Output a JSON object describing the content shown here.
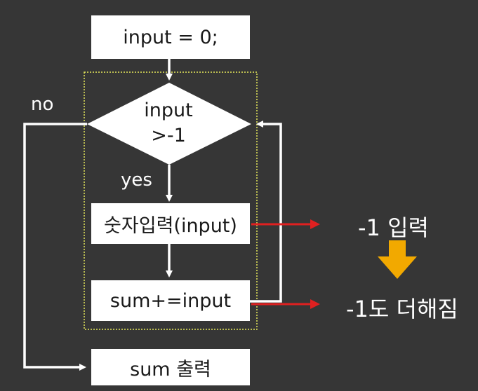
{
  "flowchart": {
    "init": "input = 0;",
    "condition_line1": "input",
    "condition_line2": ">-1",
    "yes_label": "yes",
    "no_label": "no",
    "input_step": "숫자입력(input)",
    "sum_step": "sum+=input",
    "output_step": "sum 출력"
  },
  "notes": {
    "note1": "-1 입력",
    "note2": "-1도 더해짐"
  },
  "colors": {
    "background": "#363636",
    "box": "#ffffff",
    "dotted_border": "#e5e85a",
    "red_arrow": "#e02020",
    "orange_arrow": "#f2a900"
  }
}
